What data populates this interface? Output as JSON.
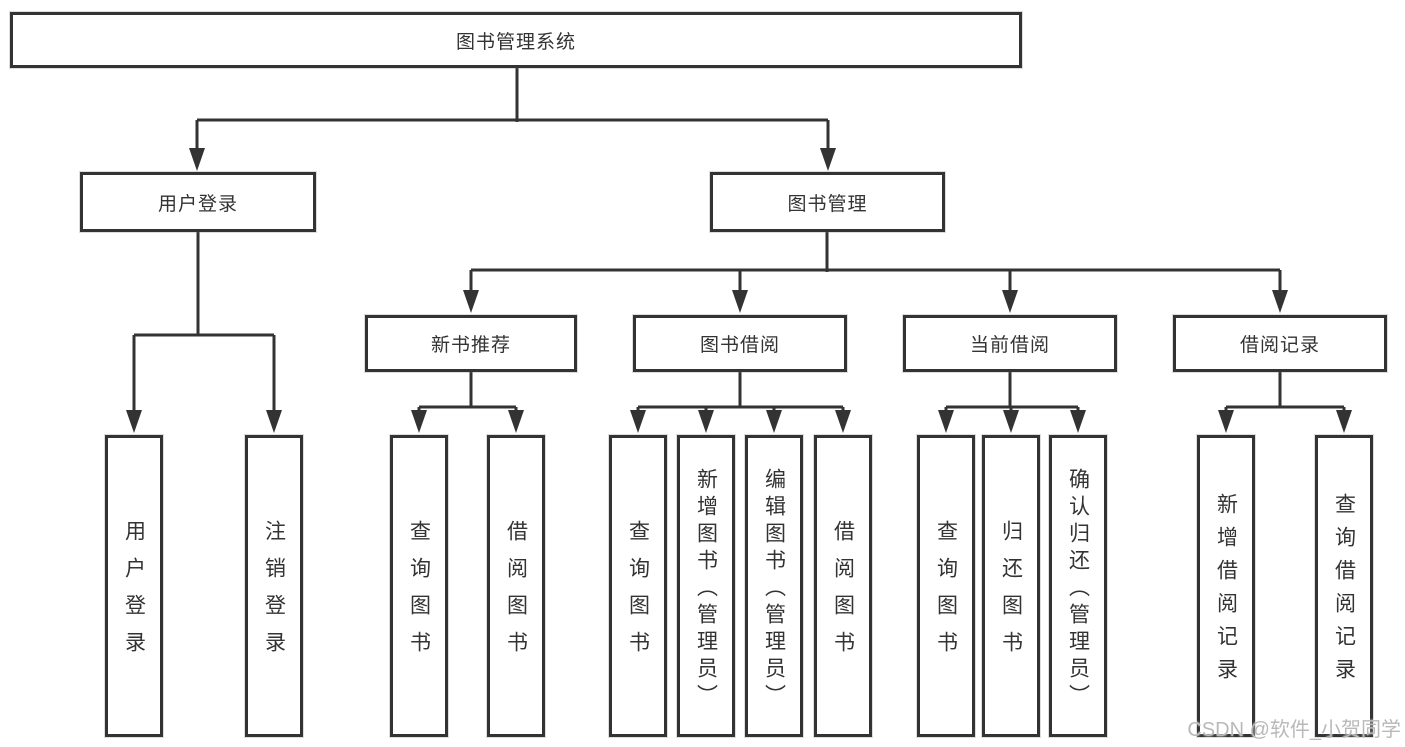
{
  "nodes": {
    "root": "图书管理系统",
    "user_login": "用户登录",
    "book_mgmt": "图书管理",
    "new_book_rec": "新书推荐",
    "book_borrow": "图书借阅",
    "current_borrow": "当前借阅",
    "borrow_records": "借阅记录",
    "ul_user_login": "用户登录",
    "ul_logout": "注销登录",
    "nbr_query_book": "查询图书",
    "nbr_borrow_book": "借阅图书",
    "bb_query_book": "查询图书",
    "bb_add_book": "新增图书（管理员）",
    "bb_edit_book": "编辑图书（管理员）",
    "bb_borrow_book": "借阅图书",
    "cb_query_book": "查询图书",
    "cb_return_book": "归还图书",
    "cb_confirm_return": "确认归还（管理员）",
    "br_add_record": "新增借阅记录",
    "br_query_record": "查询借阅记录"
  },
  "watermark": "CSDN @软件_小贺同学",
  "colors": {
    "line": "#333333",
    "box_border": "#333333",
    "text": "#333333",
    "watermark": "#b9b9b9"
  }
}
